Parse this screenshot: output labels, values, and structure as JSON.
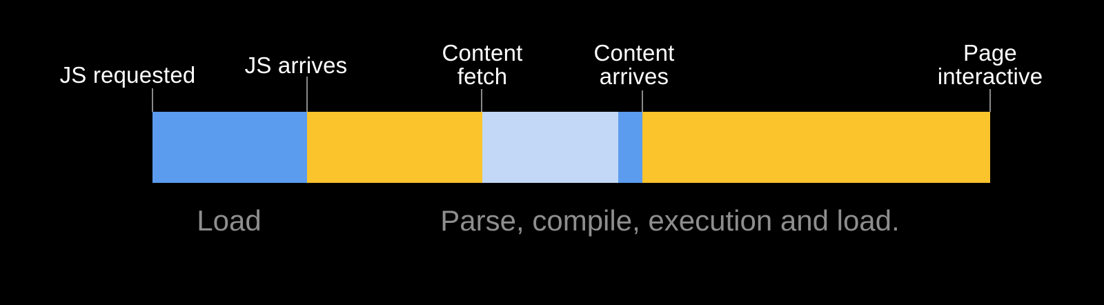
{
  "diagram": {
    "type": "timeline",
    "milestones": [
      {
        "id": "js-requested",
        "label": "JS requested"
      },
      {
        "id": "js-arrives",
        "label": "JS arrives"
      },
      {
        "id": "content-fetch",
        "label": "Content\nfetch"
      },
      {
        "id": "content-arrives",
        "label": "Content\narrives"
      },
      {
        "id": "page-interactive",
        "label": "Page\ninteractive"
      }
    ],
    "segments": [
      {
        "name": "js-load",
        "from": "JS requested",
        "to": "JS arrives",
        "color": "#5C9CEE"
      },
      {
        "name": "parse-compile-early",
        "from": "JS arrives",
        "to": "Content fetch",
        "color": "#FBC32C"
      },
      {
        "name": "content-fetch",
        "from": "Content fetch",
        "to": "Content arrives",
        "color": "#C3D8F6"
      },
      {
        "name": "content-arrives-blip",
        "from": "Content arrives",
        "to": "Content arrives",
        "color": "#5C9CEE"
      },
      {
        "name": "parse-compile-execute",
        "from": "Content arrives",
        "to": "Page interactive",
        "color": "#FBC32C"
      }
    ],
    "phases": [
      {
        "label": "Load"
      },
      {
        "label": "Parse, compile, execution and load."
      }
    ],
    "colors": {
      "background": "#000000",
      "milestone_text": "#FFFFFF",
      "phase_text": "#8E8E8E",
      "tick": "#8A8A8A"
    }
  }
}
